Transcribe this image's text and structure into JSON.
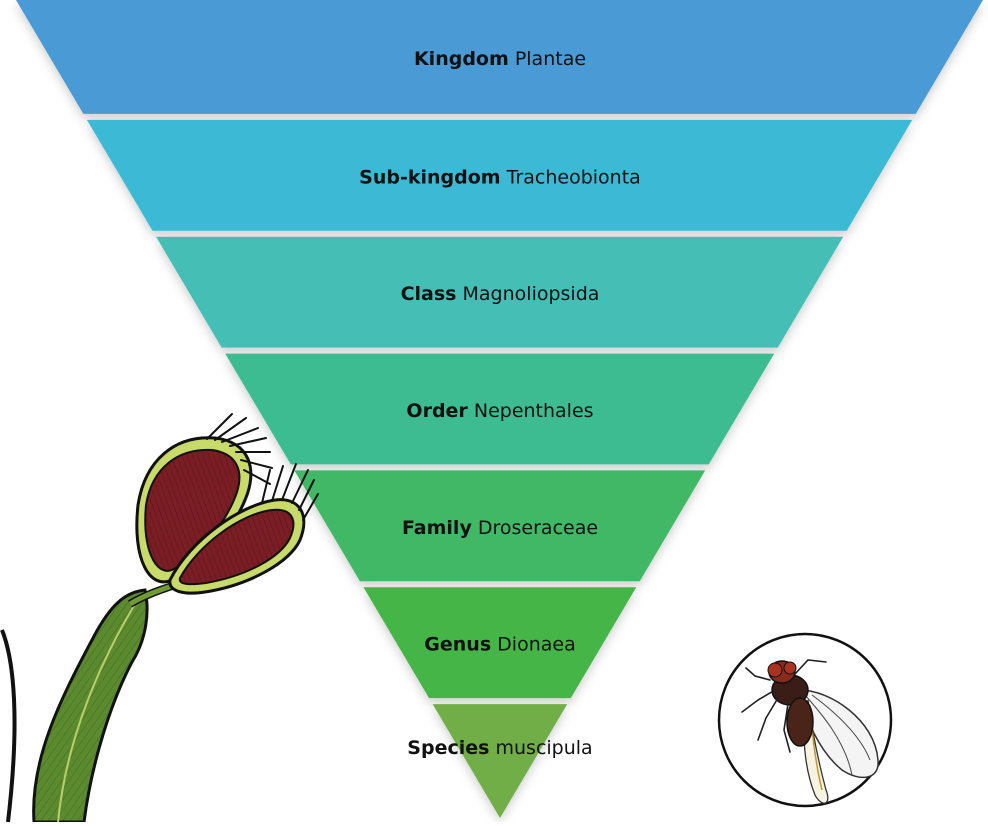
{
  "funnel": {
    "levels": [
      {
        "rank": "Kingdom",
        "value": "Plantae",
        "color": "#4a9ad5"
      },
      {
        "rank": "Sub-kingdom",
        "value": "Tracheobionta",
        "color": "#3bb9d5"
      },
      {
        "rank": "Class",
        "value": "Magnoliopsida",
        "color": "#45bfb5"
      },
      {
        "rank": "Order",
        "value": "Nepenthales",
        "color": "#3dbc92"
      },
      {
        "rank": "Family",
        "value": "Droseraceae",
        "color": "#41b866"
      },
      {
        "rank": "Genus",
        "value": "Dionaea",
        "color": "#45b547"
      },
      {
        "rank": "Species",
        "value": "muscipula",
        "color": "#71ae47"
      }
    ]
  },
  "illustrations": {
    "plant": "venus-flytrap-illustration",
    "fly": "fly-illustration"
  }
}
